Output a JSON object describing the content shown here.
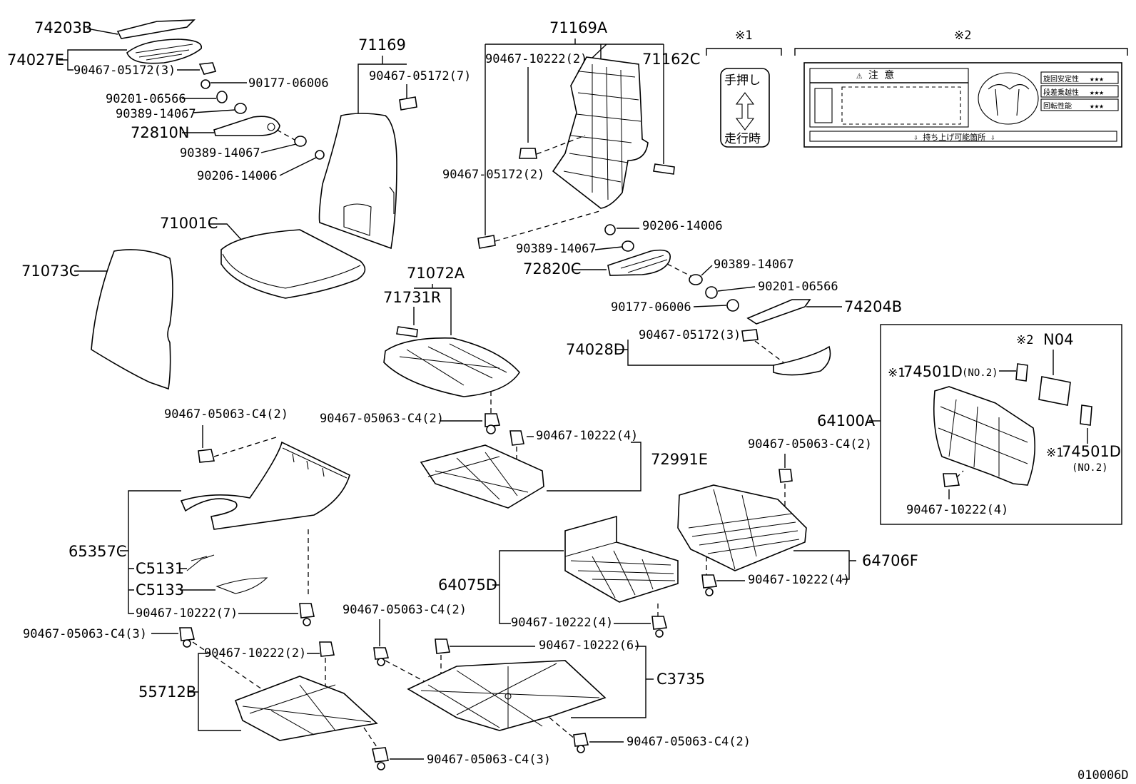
{
  "diagram_code": "010006D",
  "parts": {
    "p74203B": "74203B",
    "p74027E": "74027E",
    "p90467_05172_3a": "90467-05172(3)",
    "p90177_06006a": "90177-06006",
    "p90201_06566a": "90201-06566",
    "p90389_14067a": "90389-14067",
    "p72810N": "72810N",
    "p90389_14067b": "90389-14067",
    "p90206_14006a": "90206-14006",
    "p71169": "71169",
    "p90467_05172_7": "90467-05172(7)",
    "p71001C": "71001C",
    "p71073C": "71073C",
    "p71169A": "71169A",
    "p90467_10222_2a": "90467-10222(2)",
    "p71162C": "71162C",
    "p90467_05172_2": "90467-05172(2)",
    "p90206_14006b": "90206-14006",
    "p90389_14067c": "90389-14067",
    "p72820C": "72820C",
    "p90389_14067d": "90389-14067",
    "p90201_06566b": "90201-06566",
    "p90177_06006b": "90177-06006",
    "p74204B": "74204B",
    "p71072A": "71072A",
    "p71731R": "71731R",
    "p74028D": "74028D",
    "p90467_05172_3b": "90467-05172(3)",
    "p90467_05063_c4_2a": "90467-05063-C4(2)",
    "p90467_05063_c4_2b": "90467-05063-C4(2)",
    "p90467_10222_4a": "90467-10222(4)",
    "p72991E": "72991E",
    "p64100A": "64100A",
    "p74501D_a": "74501D",
    "p74501D_b": "74501D",
    "no2_a": "(NO.2)",
    "no2_b": "(NO.2)",
    "pN04": "N04",
    "mark1a": "※1",
    "mark1b": "※1",
    "mark2": "※2",
    "p90467_10222_4b": "90467-10222(4)",
    "p90467_05063_c4_2c": "90467-05063-C4(2)",
    "p65357C": "65357C",
    "pC5131": "C5131",
    "pC5133": "C5133",
    "p90467_10222_7": "90467-10222(7)",
    "p64706F": "64706F",
    "p90467_10222_4c": "90467-10222(4)",
    "p64075D": "64075D",
    "p90467_10222_4d": "90467-10222(4)",
    "p90467_05063_c4_3a": "90467-05063-C4(3)",
    "p90467_10222_2b": "90467-10222(2)",
    "p90467_05063_c4_2d": "90467-05063-C4(2)",
    "p90467_10222_6": "90467-10222(6)",
    "p55712B": "55712B",
    "pC3735": "C3735",
    "p90467_05063_c4_2e": "90467-05063-C4(2)",
    "p90467_05063_c4_3b": "90467-05063-C4(3)"
  },
  "legend": {
    "note1_mark": "※1",
    "note2_mark": "※2",
    "label1_top": "手押し",
    "label1_bottom": "走行時",
    "caution_title": "⚠  注    意",
    "rating_1": "旋回安定性",
    "rating_2": "段差乗越性",
    "rating_3": "回転性能",
    "stars": "★★★",
    "footer": "⇩  持ち上げ可能箇所  ⇩"
  }
}
